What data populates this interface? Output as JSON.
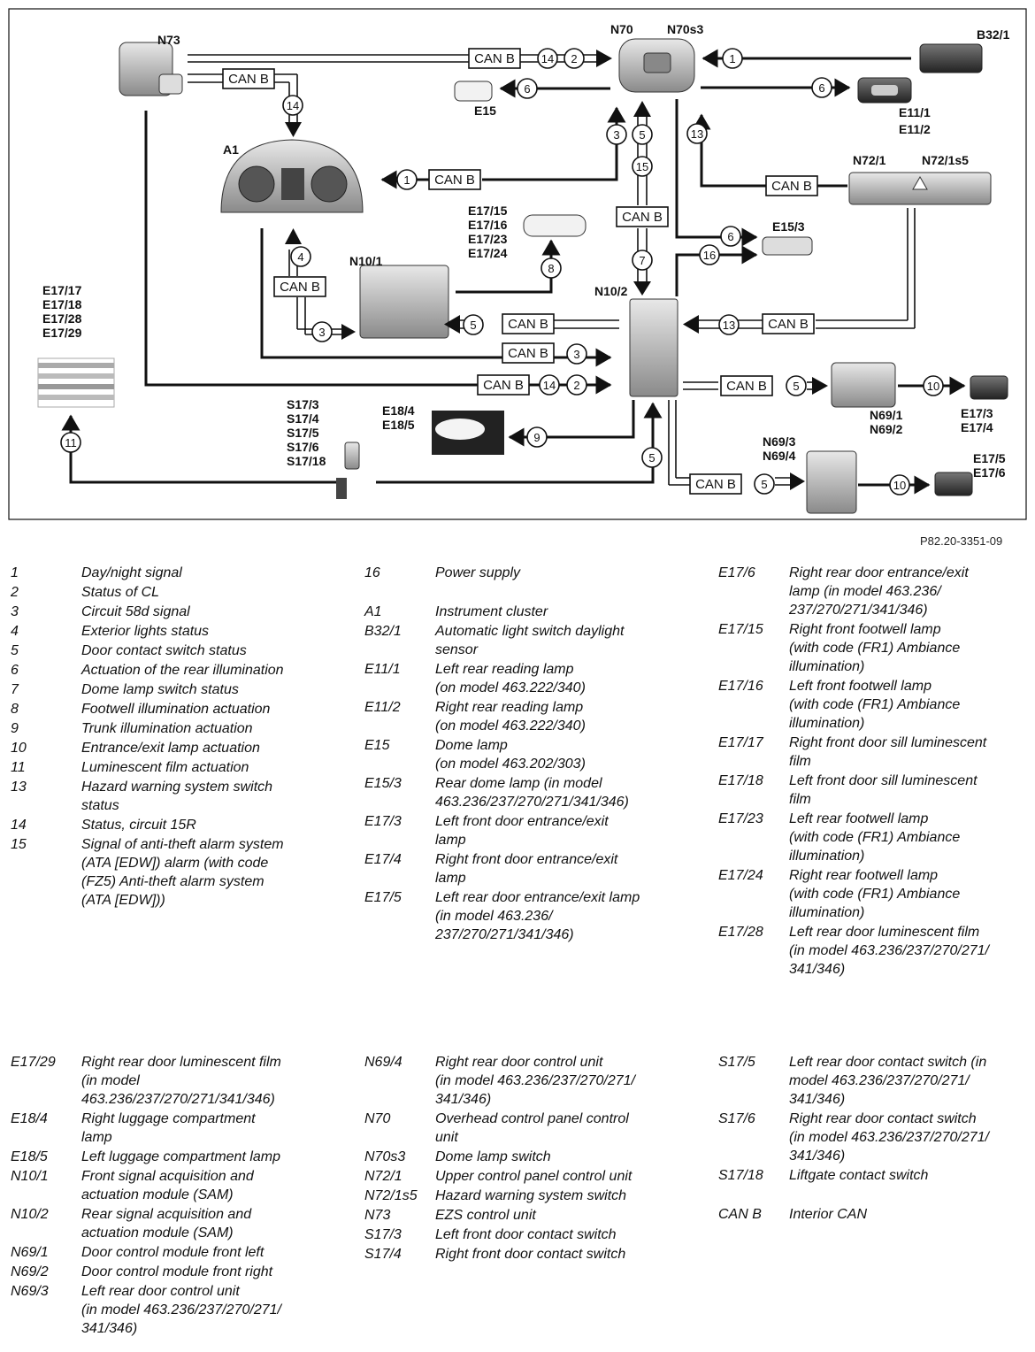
{
  "figure_ref": "P82.20-3351-09",
  "diagram": {
    "components": {
      "N73": "N73",
      "N70": "N70",
      "N70s3": "N70s3",
      "B32_1": "B32/1",
      "E15": "E15",
      "E11_1": "E11/1",
      "E11_2": "E11/2",
      "A1": "A1",
      "N72_1": "N72/1",
      "N72_1s5": "N72/1s5",
      "E17_15_24": [
        "E17/15",
        "E17/16",
        "E17/23",
        "E17/24"
      ],
      "N10_1": "N10/1",
      "E15_3": "E15/3",
      "N10_2": "N10/2",
      "E17_17_29": [
        "E17/17",
        "E17/18",
        "E17/28",
        "E17/29"
      ],
      "S17": [
        "S17/3",
        "S17/4",
        "S17/5",
        "S17/6",
        "S17/18"
      ],
      "E18": [
        "E18/4",
        "E18/5"
      ],
      "N69_1_2": [
        "N69/1",
        "N69/2"
      ],
      "E17_3_4": [
        "E17/3",
        "E17/4"
      ],
      "N69_3_4": [
        "N69/3",
        "N69/4"
      ],
      "E17_5_6": [
        "E17/5",
        "E17/6"
      ]
    },
    "can_b_label": "CAN B",
    "signal_numbers": {
      "n1": "1",
      "n2": "2",
      "n3": "3",
      "n4": "4",
      "n5": "5",
      "n6": "6",
      "n7": "7",
      "n8": "8",
      "n9": "9",
      "n10": "10",
      "n11": "11",
      "n13": "13",
      "n14": "14",
      "n15": "15",
      "n16": "16"
    }
  },
  "legend": {
    "col1": [
      {
        "key": "1",
        "text": [
          "Day/night signal"
        ]
      },
      {
        "key": "2",
        "text": [
          "Status of CL"
        ]
      },
      {
        "key": "3",
        "text": [
          "Circuit 58d signal"
        ]
      },
      {
        "key": "4",
        "text": [
          "Exterior lights status"
        ]
      },
      {
        "key": "5",
        "text": [
          "Door contact switch status"
        ]
      },
      {
        "key": "6",
        "text": [
          "Actuation of the rear illumination"
        ]
      },
      {
        "key": "7",
        "text": [
          "Dome lamp switch status"
        ]
      },
      {
        "key": "8",
        "text": [
          "Footwell illumination actuation"
        ]
      },
      {
        "key": "9",
        "text": [
          "Trunk illumination actuation"
        ]
      },
      {
        "key": "10",
        "text": [
          "Entrance/exit lamp actuation"
        ]
      },
      {
        "key": "11",
        "text": [
          "Luminescent film actuation"
        ]
      },
      {
        "key": "13",
        "text": [
          "Hazard warning system switch",
          "status"
        ]
      },
      {
        "key": "14",
        "text": [
          "Status, circuit 15R"
        ]
      },
      {
        "key": "15",
        "text": [
          "Signal of anti-theft alarm system",
          "(ATA [EDW]) alarm (with code",
          "(FZ5) Anti-theft alarm system",
          "(ATA [EDW]))"
        ]
      }
    ],
    "col2": [
      {
        "key": "16",
        "text": [
          "Power supply"
        ]
      },
      {
        "key": "",
        "text": [
          ""
        ]
      },
      {
        "key": "A1",
        "text": [
          "Instrument cluster"
        ]
      },
      {
        "key": "B32/1",
        "text": [
          "Automatic light switch daylight",
          "sensor"
        ]
      },
      {
        "key": "E11/1",
        "text": [
          "Left rear reading lamp",
          "(on model 463.222/340)"
        ]
      },
      {
        "key": "E11/2",
        "text": [
          "Right rear reading lamp",
          "(on model 463.222/340)"
        ]
      },
      {
        "key": "E15",
        "text": [
          "Dome lamp",
          "(on model 463.202/303)"
        ]
      },
      {
        "key": "E15/3",
        "text": [
          "Rear dome lamp (in model",
          "463.236/237/270/271/341/346)"
        ]
      },
      {
        "key": "E17/3",
        "text": [
          "Left front door entrance/exit",
          "lamp"
        ]
      },
      {
        "key": "E17/4",
        "text": [
          "Right front door entrance/exit",
          "lamp"
        ]
      },
      {
        "key": "E17/5",
        "text": [
          "Left rear door entrance/exit lamp",
          "(in model 463.236/",
          "237/270/271/341/346)"
        ]
      }
    ],
    "col3": [
      {
        "key": "E17/6",
        "text": [
          "Right rear door entrance/exit",
          "lamp (in model 463.236/",
          "237/270/271/341/346)"
        ]
      },
      {
        "key": "E17/15",
        "text": [
          "Right front footwell lamp",
          "(with code (FR1) Ambiance",
          "illumination)"
        ]
      },
      {
        "key": "E17/16",
        "text": [
          "Left front footwell lamp",
          "(with code (FR1) Ambiance",
          "illumination)"
        ]
      },
      {
        "key": "E17/17",
        "text": [
          "Right front door sill luminescent",
          "film"
        ]
      },
      {
        "key": "E17/18",
        "text": [
          "Left front door sill luminescent",
          "film"
        ]
      },
      {
        "key": "E17/23",
        "text": [
          "Left rear footwell lamp",
          "(with code (FR1) Ambiance",
          "illumination)"
        ]
      },
      {
        "key": "E17/24",
        "text": [
          "Right rear footwell lamp",
          "(with code (FR1) Ambiance",
          "illumination)"
        ]
      },
      {
        "key": "E17/28",
        "text": [
          "Left rear door luminescent film",
          "(in model 463.236/237/270/271/",
          "341/346)"
        ]
      }
    ],
    "col4": [
      {
        "key": "E17/29",
        "text": [
          "Right rear door luminescent film",
          "(in model",
          "463.236/237/270/271/341/346)"
        ]
      },
      {
        "key": "E18/4",
        "text": [
          "Right luggage compartment",
          "lamp"
        ]
      },
      {
        "key": "E18/5",
        "text": [
          "Left luggage compartment lamp"
        ]
      },
      {
        "key": "N10/1",
        "text": [
          "Front signal acquisition and",
          "actuation module (SAM)"
        ]
      },
      {
        "key": "N10/2",
        "text": [
          "Rear signal acquisition and",
          "actuation module (SAM)"
        ]
      },
      {
        "key": "N69/1",
        "text": [
          "Door control module front left"
        ]
      },
      {
        "key": "N69/2",
        "text": [
          "Door control module front right"
        ]
      },
      {
        "key": "N69/3",
        "text": [
          "Left rear door control unit",
          "(in model 463.236/237/270/271/",
          "341/346)"
        ]
      }
    ],
    "col5": [
      {
        "key": "N69/4",
        "text": [
          "Right rear door control unit",
          "(in model 463.236/237/270/271/",
          "341/346)"
        ]
      },
      {
        "key": "N70",
        "text": [
          "Overhead control panel control",
          "unit"
        ]
      },
      {
        "key": "N70s3",
        "text": [
          "Dome lamp switch"
        ]
      },
      {
        "key": "N72/1",
        "text": [
          "Upper control panel control unit"
        ]
      },
      {
        "key": "N72/1s5",
        "text": [
          "Hazard warning system switch"
        ]
      },
      {
        "key": "N73",
        "text": [
          "EZS control unit"
        ]
      },
      {
        "key": "S17/3",
        "text": [
          "Left front door contact switch"
        ]
      },
      {
        "key": "S17/4",
        "text": [
          "Right front door contact switch"
        ]
      }
    ],
    "col6": [
      {
        "key": "S17/5",
        "text": [
          "Left rear door contact switch (in",
          "model 463.236/237/270/271/",
          "341/346)"
        ]
      },
      {
        "key": "S17/6",
        "text": [
          "Right rear door contact switch",
          "(in model 463.236/237/270/271/",
          "341/346)"
        ]
      },
      {
        "key": "S17/18",
        "text": [
          "Liftgate contact switch"
        ]
      },
      {
        "key": "",
        "text": [
          ""
        ]
      },
      {
        "key": "CAN B",
        "text": [
          "Interior CAN"
        ]
      }
    ]
  }
}
